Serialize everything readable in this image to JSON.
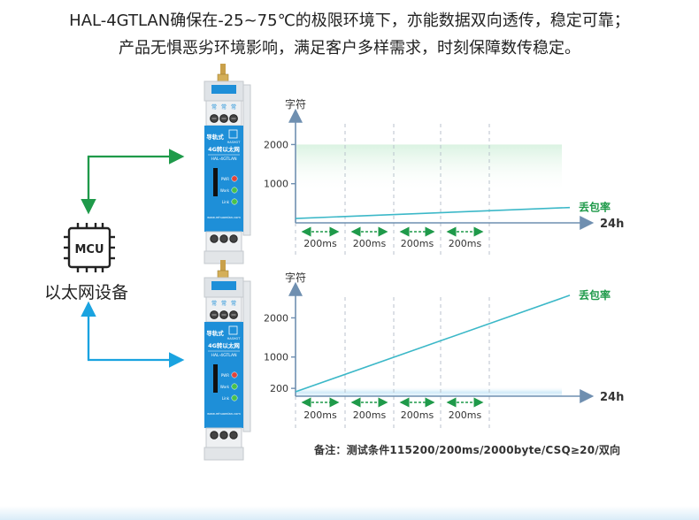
{
  "headline": {
    "line1": "HAL-4GTLAN确保在-25~75℃的极限环境下，亦能数据双向透传，稳定可靠；",
    "line2": "产品无惧恶劣环境影响，满足客户多样需求，时刻保障数传稳定。"
  },
  "mcu": {
    "label": "MCU",
    "caption": "以太网设备"
  },
  "device": {
    "type_label": "导轨式",
    "name": "4G转以太网",
    "model": "HAL-4GTLAN",
    "brand": "HASHOT",
    "leds": [
      "PWR",
      "Work",
      "Link"
    ],
    "website": "www.rehuaedan.com",
    "port_labels": [
      "常",
      "常",
      "常"
    ]
  },
  "colors": {
    "green": "#1f9a4a",
    "blue": "#1aa3e0",
    "teal": "#3cb8c8",
    "device_blue": "#1e8fd8",
    "axis": "#6f8fb0"
  },
  "chart_data": [
    {
      "type": "line",
      "ylabel": "字符",
      "xlabel": "24h",
      "yticks": [
        1000,
        2000
      ],
      "ylim": [
        0,
        2800
      ],
      "band_level": 2000,
      "interval_labels": [
        "200ms",
        "200ms",
        "200ms",
        "200ms"
      ],
      "series": [
        {
          "name": "丢包率",
          "x": [
            0,
            1
          ],
          "y": [
            0.04,
            0.14
          ]
        }
      ]
    },
    {
      "type": "line",
      "ylabel": "字符",
      "xlabel": "24h",
      "yticks": [
        200,
        1000,
        2000
      ],
      "ylim": [
        0,
        2800
      ],
      "band_level": 200,
      "interval_labels": [
        "200ms",
        "200ms",
        "200ms",
        "200ms"
      ],
      "series": [
        {
          "name": "丢包率",
          "x": [
            0,
            1
          ],
          "y": [
            0.04,
            0.92
          ]
        }
      ]
    }
  ],
  "footnote": "备注：测试条件115200/200ms/2000byte/CSQ≥20/双向"
}
